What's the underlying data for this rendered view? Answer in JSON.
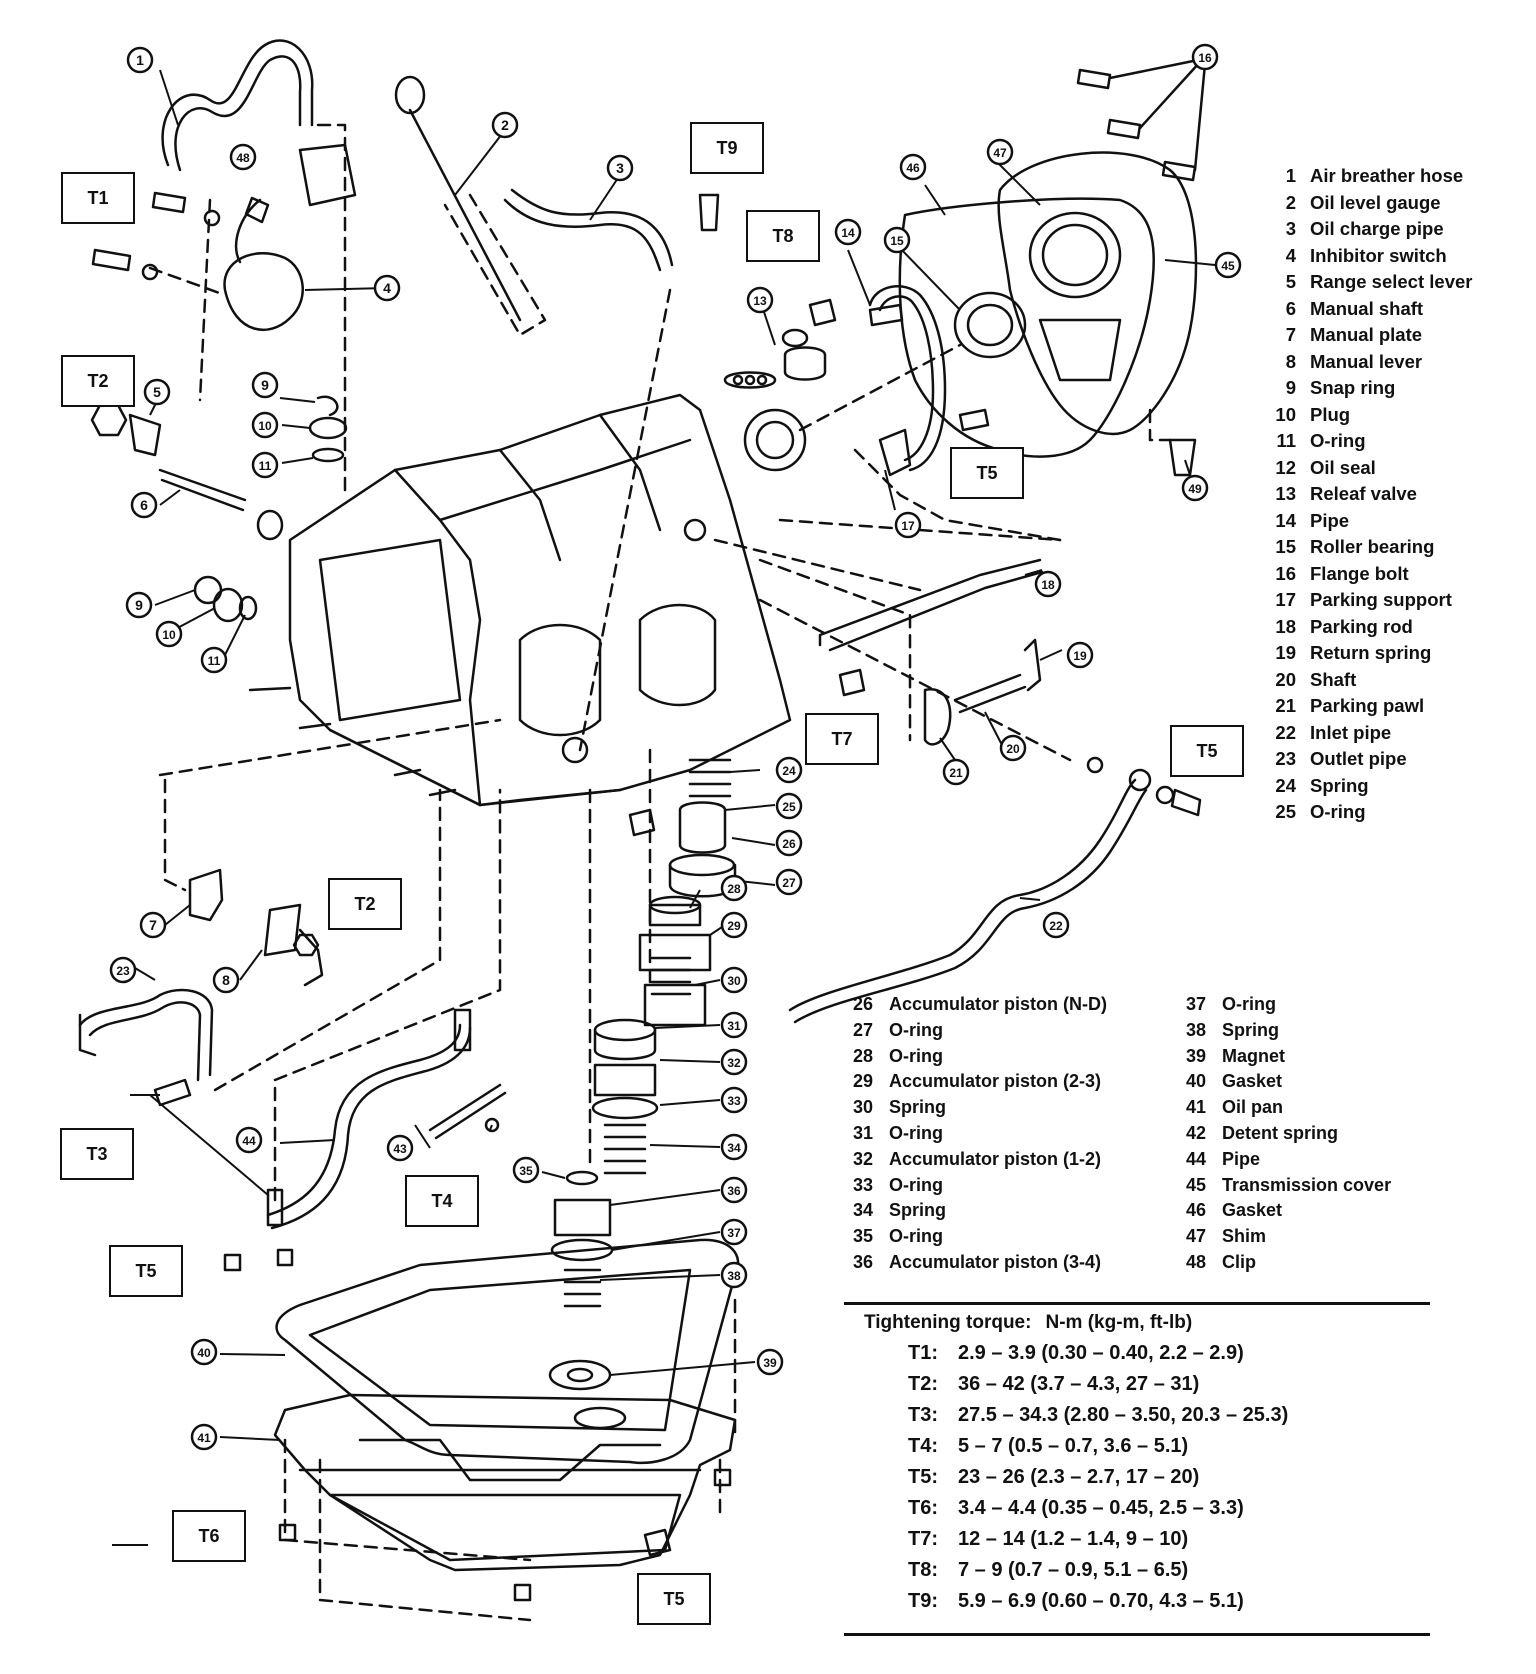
{
  "callouts": [
    {
      "id": "c1",
      "text": "1"
    },
    {
      "id": "c2",
      "text": "2"
    },
    {
      "id": "c3",
      "text": "3"
    },
    {
      "id": "c4",
      "text": "4"
    },
    {
      "id": "c5",
      "text": "5"
    },
    {
      "id": "c6",
      "text": "6"
    },
    {
      "id": "c7",
      "text": "7"
    },
    {
      "id": "c8",
      "text": "8"
    },
    {
      "id": "c9a",
      "text": "9"
    },
    {
      "id": "c9b",
      "text": "9"
    },
    {
      "id": "c10a",
      "text": "10"
    },
    {
      "id": "c10b",
      "text": "10"
    },
    {
      "id": "c11a",
      "text": "11"
    },
    {
      "id": "c11b",
      "text": "11"
    },
    {
      "id": "c13",
      "text": "13"
    },
    {
      "id": "c14",
      "text": "14"
    },
    {
      "id": "c15",
      "text": "15"
    },
    {
      "id": "c16",
      "text": "16"
    },
    {
      "id": "c17",
      "text": "17"
    },
    {
      "id": "c18",
      "text": "18"
    },
    {
      "id": "c19",
      "text": "19"
    },
    {
      "id": "c20",
      "text": "20"
    },
    {
      "id": "c21",
      "text": "21"
    },
    {
      "id": "c22",
      "text": "22"
    },
    {
      "id": "c23",
      "text": "23"
    },
    {
      "id": "c24",
      "text": "24"
    },
    {
      "id": "c25",
      "text": "25"
    },
    {
      "id": "c26",
      "text": "26"
    },
    {
      "id": "c27",
      "text": "27"
    },
    {
      "id": "c28",
      "text": "28"
    },
    {
      "id": "c29",
      "text": "29"
    },
    {
      "id": "c30",
      "text": "30"
    },
    {
      "id": "c31",
      "text": "31"
    },
    {
      "id": "c32",
      "text": "32"
    },
    {
      "id": "c33",
      "text": "33"
    },
    {
      "id": "c34",
      "text": "34"
    },
    {
      "id": "c35",
      "text": "35"
    },
    {
      "id": "c36",
      "text": "36"
    },
    {
      "id": "c37",
      "text": "37"
    },
    {
      "id": "c38",
      "text": "38"
    },
    {
      "id": "c39",
      "text": "39"
    },
    {
      "id": "c40",
      "text": "40"
    },
    {
      "id": "c41",
      "text": "41"
    },
    {
      "id": "c43",
      "text": "43"
    },
    {
      "id": "c44",
      "text": "44"
    },
    {
      "id": "c45",
      "text": "45"
    },
    {
      "id": "c46",
      "text": "46"
    },
    {
      "id": "c47",
      "text": "47"
    },
    {
      "id": "c48",
      "text": "48"
    },
    {
      "id": "c49",
      "text": "49"
    }
  ],
  "torque_labels": [
    {
      "id": "T1",
      "text": "T1"
    },
    {
      "id": "T2a",
      "text": "T2"
    },
    {
      "id": "T2b",
      "text": "T2"
    },
    {
      "id": "T3",
      "text": "T3"
    },
    {
      "id": "T4",
      "text": "T4"
    },
    {
      "id": "T5a",
      "text": "T5"
    },
    {
      "id": "T5b",
      "text": "T5"
    },
    {
      "id": "T5c",
      "text": "T5"
    },
    {
      "id": "T5d",
      "text": "T5"
    },
    {
      "id": "T6",
      "text": "T6"
    },
    {
      "id": "T7",
      "text": "T7"
    },
    {
      "id": "T8",
      "text": "T8"
    },
    {
      "id": "T9",
      "text": "T9"
    }
  ],
  "legend_a": [
    {
      "num": "1",
      "name": "Air breather hose"
    },
    {
      "num": "2",
      "name": "Oil level gauge"
    },
    {
      "num": "3",
      "name": "Oil charge pipe"
    },
    {
      "num": "4",
      "name": "Inhibitor switch"
    },
    {
      "num": "5",
      "name": "Range select lever"
    },
    {
      "num": "6",
      "name": "Manual shaft"
    },
    {
      "num": "7",
      "name": "Manual plate"
    },
    {
      "num": "8",
      "name": "Manual lever"
    },
    {
      "num": "9",
      "name": "Snap ring"
    },
    {
      "num": "10",
      "name": "Plug"
    },
    {
      "num": "11",
      "name": "O-ring"
    },
    {
      "num": "12",
      "name": "Oil seal"
    },
    {
      "num": "13",
      "name": "Releaf valve"
    },
    {
      "num": "14",
      "name": "Pipe"
    },
    {
      "num": "15",
      "name": "Roller bearing"
    },
    {
      "num": "16",
      "name": "Flange bolt"
    },
    {
      "num": "17",
      "name": "Parking support"
    },
    {
      "num": "18",
      "name": "Parking rod"
    },
    {
      "num": "19",
      "name": "Return spring"
    },
    {
      "num": "20",
      "name": "Shaft"
    },
    {
      "num": "21",
      "name": "Parking pawl"
    },
    {
      "num": "22",
      "name": "Inlet pipe"
    },
    {
      "num": "23",
      "name": "Outlet pipe"
    },
    {
      "num": "24",
      "name": "Spring"
    },
    {
      "num": "25",
      "name": "O-ring"
    }
  ],
  "legend_b": [
    {
      "num": "26",
      "name": "Accumulator piston (N-D)"
    },
    {
      "num": "27",
      "name": "O-ring"
    },
    {
      "num": "28",
      "name": "O-ring"
    },
    {
      "num": "29",
      "name": "Accumulator piston (2-3)"
    },
    {
      "num": "30",
      "name": "Spring"
    },
    {
      "num": "31",
      "name": "O-ring"
    },
    {
      "num": "32",
      "name": "Accumulator piston (1-2)"
    },
    {
      "num": "33",
      "name": "O-ring"
    },
    {
      "num": "34",
      "name": "Spring"
    },
    {
      "num": "35",
      "name": "O-ring"
    },
    {
      "num": "36",
      "name": "Accumulator piston (3-4)"
    }
  ],
  "legend_c": [
    {
      "num": "37",
      "name": "O-ring"
    },
    {
      "num": "38",
      "name": "Spring"
    },
    {
      "num": "39",
      "name": "Magnet"
    },
    {
      "num": "40",
      "name": "Gasket"
    },
    {
      "num": "41",
      "name": "Oil pan"
    },
    {
      "num": "42",
      "name": "Detent spring"
    },
    {
      "num": "44",
      "name": "Pipe"
    },
    {
      "num": "45",
      "name": "Transmission cover"
    },
    {
      "num": "46",
      "name": "Gasket"
    },
    {
      "num": "47",
      "name": "Shim"
    },
    {
      "num": "48",
      "name": "Clip"
    }
  ],
  "torque": {
    "title": "Tightening torque:",
    "unit": "N-m (kg-m, ft-lb)",
    "rows": [
      {
        "key": "T1:",
        "value": "2.9 – 3.9 (0.30 – 0.40, 2.2 – 2.9)"
      },
      {
        "key": "T2:",
        "value": "36 – 42 (3.7 – 4.3, 27 – 31)"
      },
      {
        "key": "T3:",
        "value": "27.5 – 34.3 (2.80 – 3.50, 20.3 – 25.3)"
      },
      {
        "key": "T4:",
        "value": "5 – 7 (0.5 – 0.7, 3.6 – 5.1)"
      },
      {
        "key": "T5:",
        "value": "23 – 26 (2.3 – 2.7, 17 – 20)"
      },
      {
        "key": "T6:",
        "value": "3.4 – 4.4 (0.35 – 0.45, 2.5 – 3.3)"
      },
      {
        "key": "T7:",
        "value": "12 – 14 (1.2 – 1.4, 9 – 10)"
      },
      {
        "key": "T8:",
        "value": "7 – 9 (0.7 – 0.9, 5.1 – 6.5)"
      },
      {
        "key": "T9:",
        "value": "5.9 – 6.9 (0.60 – 0.70, 4.3 – 5.1)"
      }
    ]
  }
}
